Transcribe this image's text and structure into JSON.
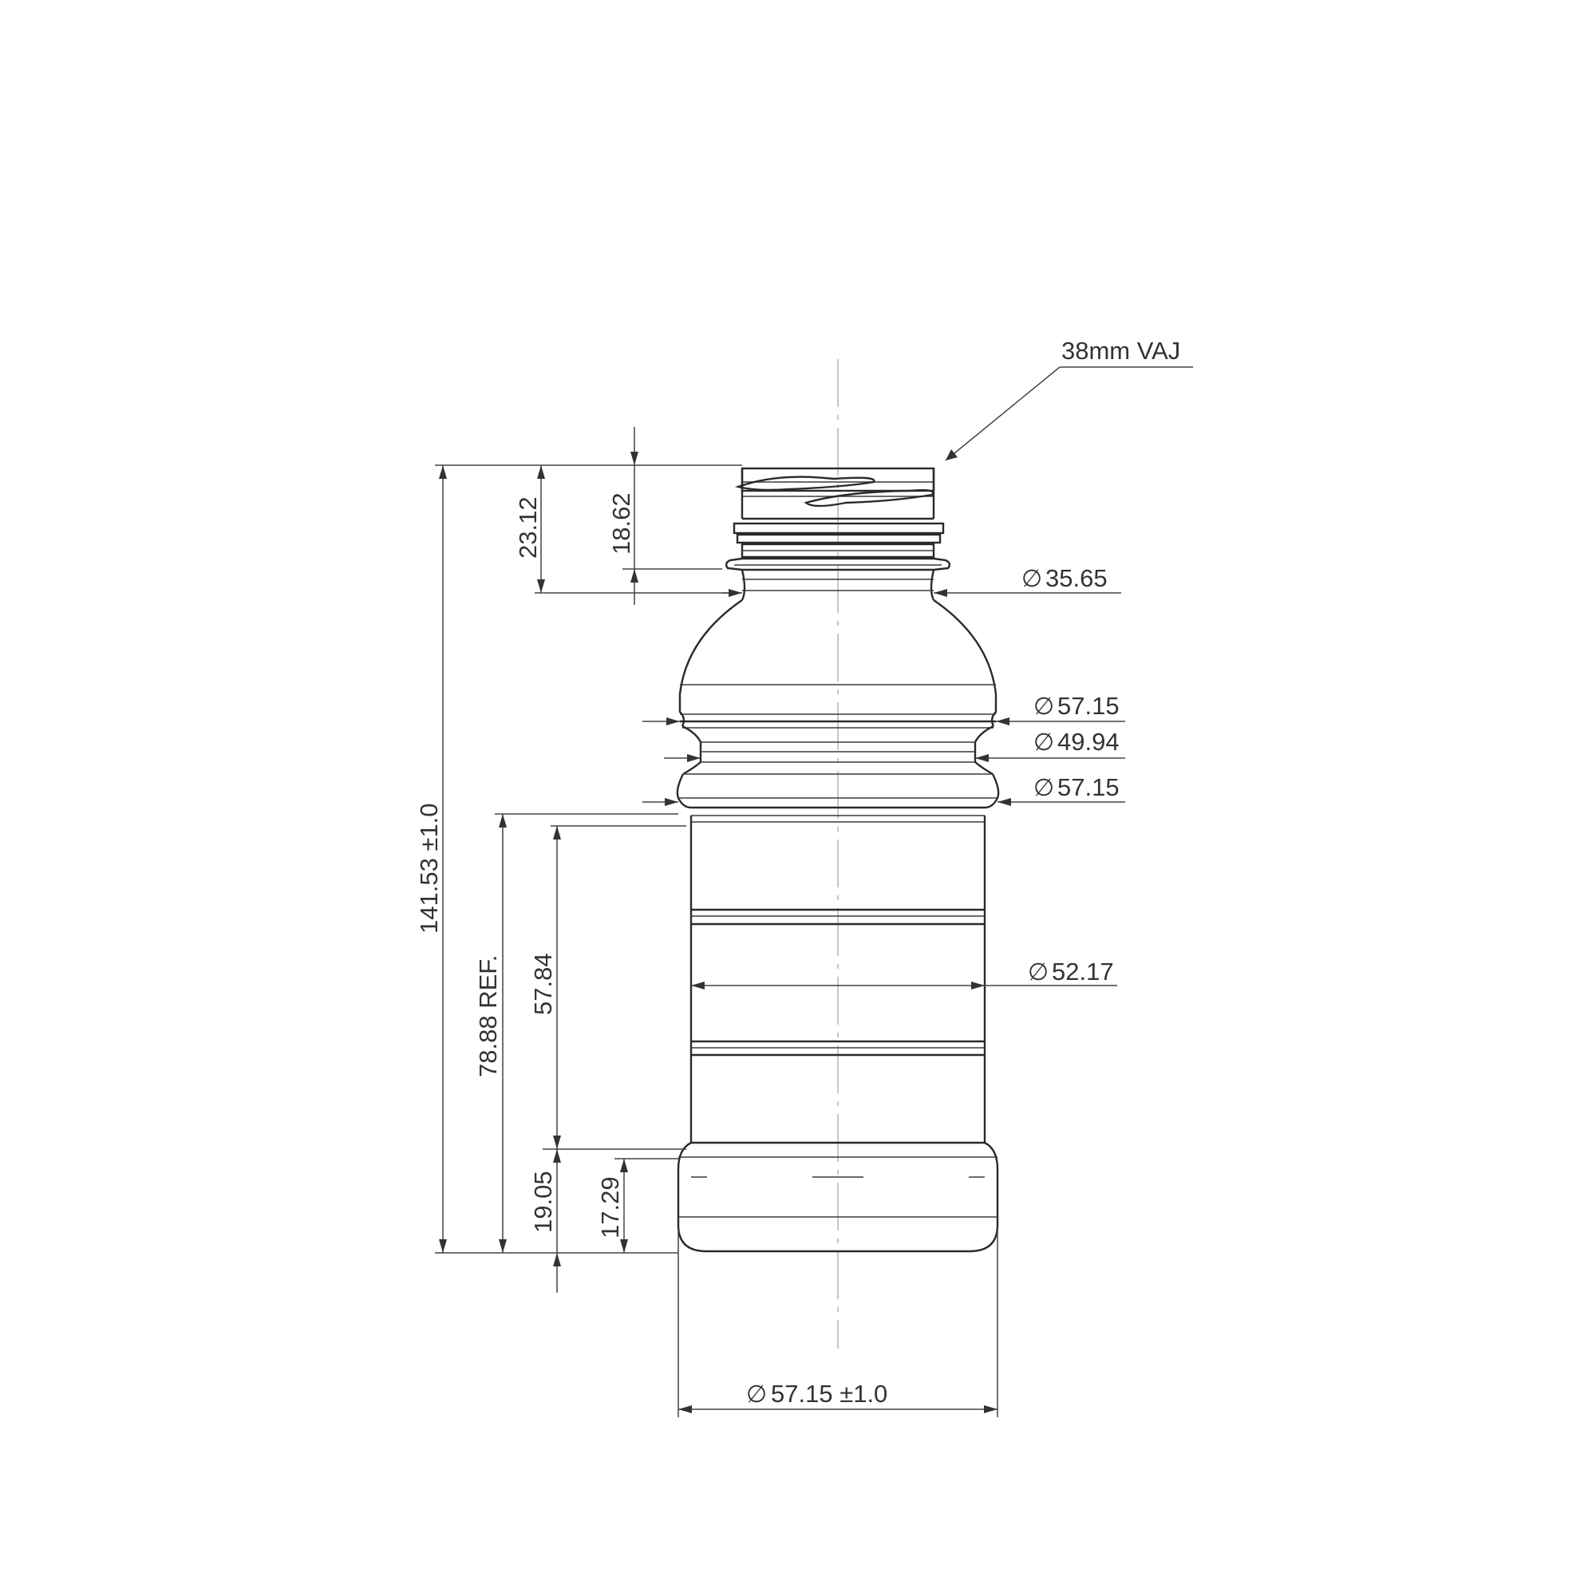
{
  "callout": {
    "finish": "38mm VAJ"
  },
  "dimensions": {
    "overall_height": "141.53 ±1.0",
    "body_ref": "78.88 REF.",
    "neck_height": "23.12",
    "finish_height": "18.62",
    "label_panel": "57.84",
    "base_height": "19.05",
    "base_band": "17.29",
    "neck_diameter": "35.65",
    "shoulder_diameter_upper": "57.15",
    "waist_diameter": "49.94",
    "shoulder_diameter_lower": "57.15",
    "panel_diameter": "52.17",
    "base_diameter": "57.15 ±1.0"
  },
  "symbols": {
    "diameter": "∅"
  }
}
